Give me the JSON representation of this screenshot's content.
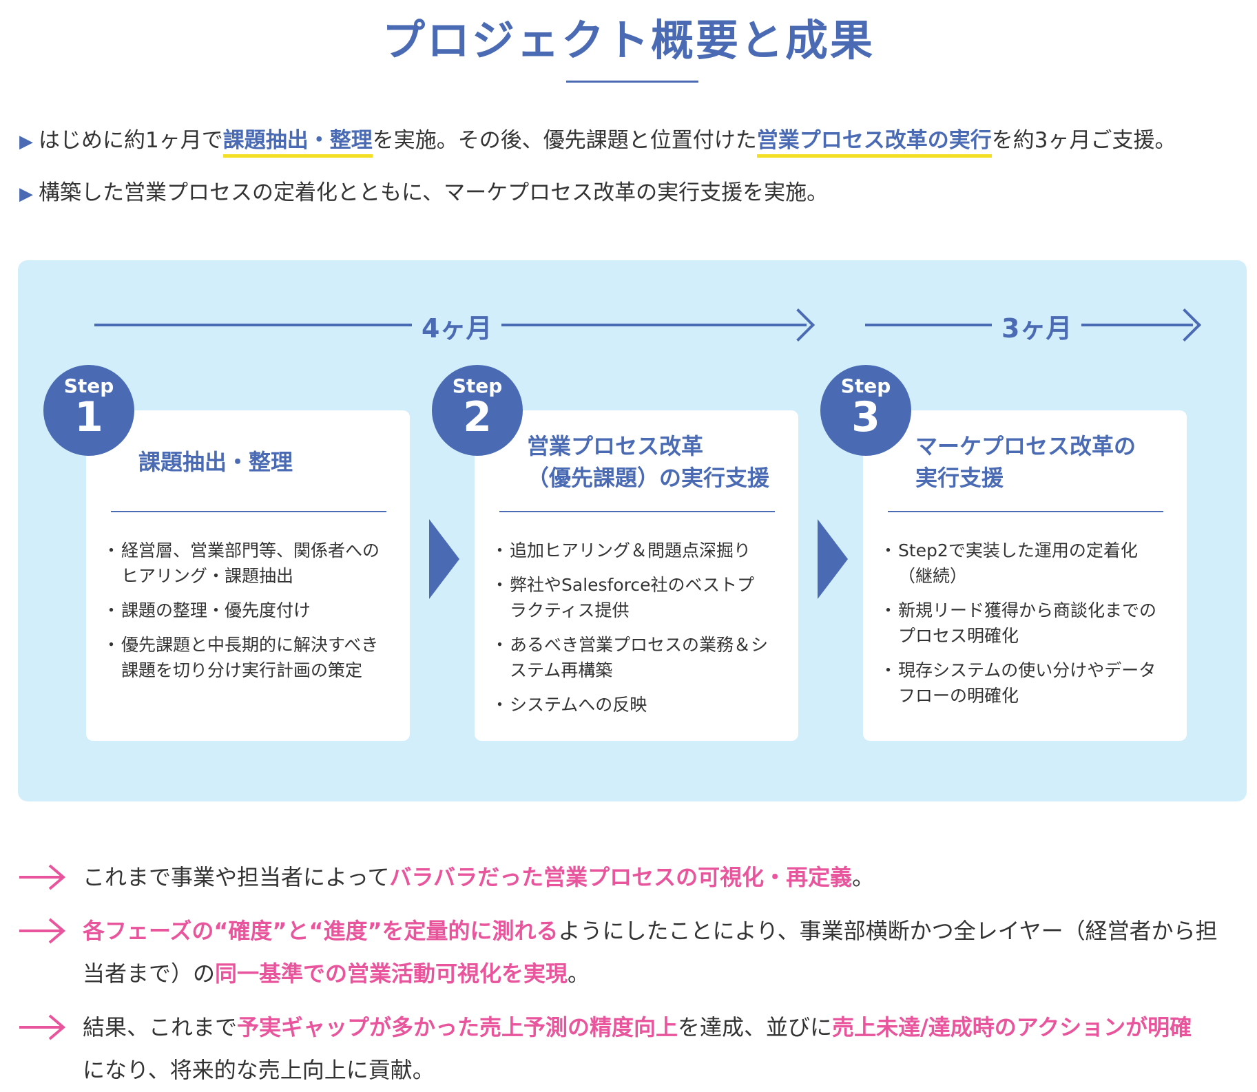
{
  "title": "プロジェクト概要と成果",
  "intro": [
    {
      "parts": [
        {
          "text": "はじめに約1ヶ月で",
          "hl": false
        },
        {
          "text": "課題抽出・整理",
          "hl": true
        },
        {
          "text": "を実施。その後、優先課題と位置付けた",
          "hl": false
        },
        {
          "text": "営業プロセス改革の実行",
          "hl": true
        },
        {
          "text": "を約3ヶ月ご支援。",
          "hl": false
        }
      ]
    },
    {
      "parts": [
        {
          "text": "構築した営業プロセスの定着化とともに、マーケプロセス改革の実行支援を実施。",
          "hl": false
        }
      ]
    }
  ],
  "timeline": {
    "first": "4ヶ月",
    "second": "3ヶ月"
  },
  "steps": [
    {
      "badge_label": "Step",
      "number": "1",
      "title": [
        "課題抽出・整理"
      ],
      "items": [
        "経営層、営業部門等、関係者への\nヒアリング・課題抽出",
        "課題の整理・優先度付け",
        "優先課題と中長期的に解決すべき\n課題を切り分け実行計画の策定"
      ]
    },
    {
      "badge_label": "Step",
      "number": "2",
      "title": [
        "営業プロセス改革",
        "（優先課題）の実行支援"
      ],
      "items": [
        "追加ヒアリング＆問題点深掘り",
        "弊社やSalesforce社のベストプ\nラクティス提供",
        "あるべき営業プロセスの業務＆シ\nステム再構築",
        "システムへの反映"
      ]
    },
    {
      "badge_label": "Step",
      "number": "3",
      "title": [
        "マーケプロセス改革の",
        "実行支援"
      ],
      "items": [
        "Step2で実装した運用の定着化\n（継続）",
        "新規リード獲得から商談化までの\nプロセス明確化",
        "現存システムの使い分けやデータ\nフローの明確化"
      ]
    }
  ],
  "results": [
    {
      "lines": [
        [
          {
            "text": "これまで事業や担当者によって",
            "hl": false
          },
          {
            "text": "バラバラだった営業プロセスの可視化・再定義",
            "hl": true
          },
          {
            "text": "。",
            "hl": false
          }
        ]
      ]
    },
    {
      "lines": [
        [
          {
            "text": "各フェーズの“確度”と“進度”を定量的に測れる",
            "hl": true
          },
          {
            "text": "ようにしたことにより、事業部横断かつ全レイヤー（経営者から担",
            "hl": false
          }
        ],
        [
          {
            "text": "当者まで）の",
            "hl": false
          },
          {
            "text": "同一基準での営業活動可視化を実現",
            "hl": true
          },
          {
            "text": "。",
            "hl": false
          }
        ]
      ]
    },
    {
      "lines": [
        [
          {
            "text": "結果、これまで",
            "hl": false
          },
          {
            "text": "予実ギャップが多かった売上予測の精度向上",
            "hl": true
          },
          {
            "text": "を達成、並びに",
            "hl": false
          },
          {
            "text": "売上未達/達成時のアクションが明確",
            "hl": true
          }
        ],
        [
          {
            "text": "になり、将来的な売上向上に貢献。",
            "hl": false
          }
        ]
      ]
    }
  ],
  "colors": {
    "accent": "#4a6bb4",
    "panel": "#d2eefb",
    "pink": "#e8559c",
    "underline": "#f3e024"
  }
}
